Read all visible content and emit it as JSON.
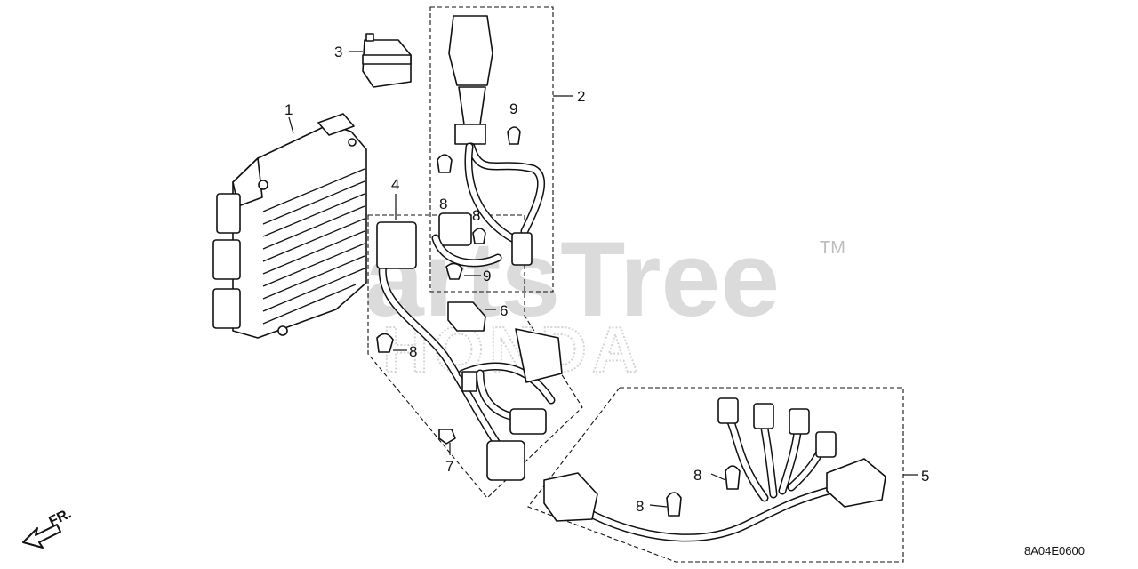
{
  "watermark": {
    "brand": "PartsTree",
    "trademark": "TM",
    "sub": "HONDA"
  },
  "callouts": [
    {
      "id": "c1",
      "label": "1"
    },
    {
      "id": "c2",
      "label": "2"
    },
    {
      "id": "c3",
      "label": "3"
    },
    {
      "id": "c4",
      "label": "4"
    },
    {
      "id": "c5",
      "label": "5"
    },
    {
      "id": "c6",
      "label": "6"
    },
    {
      "id": "c7",
      "label": "7"
    },
    {
      "id": "c8a",
      "label": "8"
    },
    {
      "id": "c8b",
      "label": "8"
    },
    {
      "id": "c8c",
      "label": "8"
    },
    {
      "id": "c8d",
      "label": "8"
    },
    {
      "id": "c8e",
      "label": "8"
    },
    {
      "id": "c9a",
      "label": "9"
    },
    {
      "id": "c9b",
      "label": "9"
    }
  ],
  "direction": {
    "label": "FR."
  },
  "reference_code": "8A04E0600"
}
